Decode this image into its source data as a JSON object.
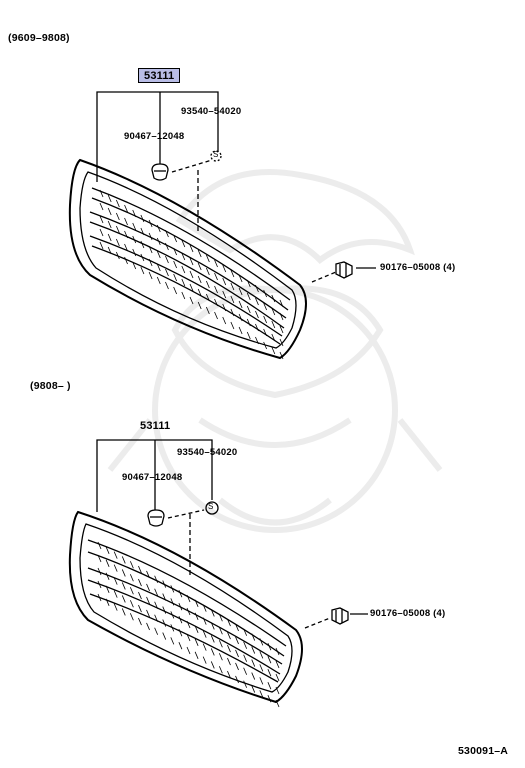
{
  "sections": [
    {
      "range_label": "(9609–9808)",
      "main_part": "53111",
      "main_part_highlighted": true,
      "clip_part": "90467–12048",
      "s_part": "93540–54020",
      "s_symbol": "S",
      "nut_part": "90176–05008 (4)"
    },
    {
      "range_label": "(9808–        )",
      "main_part": "53111",
      "main_part_highlighted": false,
      "clip_part": "90467–12048",
      "s_part": "93540–54020",
      "s_symbol": "S",
      "nut_part": "90176–05008 (4)"
    }
  ],
  "figure_code": "530091–A",
  "colors": {
    "highlight": "#b9bde6",
    "line": "#000000",
    "watermark": "#ececec"
  }
}
